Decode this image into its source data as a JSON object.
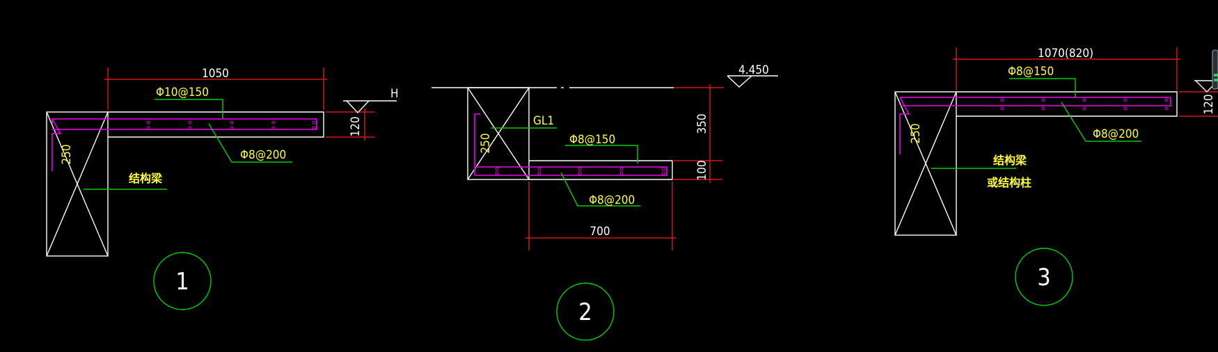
{
  "colors": {
    "background": "#000000",
    "outline": "#ffffff",
    "dimension": "#ff1a1a",
    "leader": "#00d000",
    "rebar": "#d200d2",
    "label": "#ffff33"
  },
  "detail1": {
    "number": "1",
    "width": "1050",
    "thickness": "120",
    "beam_depth": "250",
    "level": "H",
    "top_bar": "Φ10@150",
    "dist_bar": "Φ8@200",
    "beam_label": "结构梁"
  },
  "detail2": {
    "number": "2",
    "level": "4.450",
    "beam_name": "GL1",
    "top_bar": "Φ8@150",
    "bottom_bar": "Φ8@200",
    "height": "350",
    "thickness": "100",
    "width": "700",
    "beam_depth": "250"
  },
  "detail3": {
    "number": "3",
    "width": "1070(820)",
    "thickness": "120",
    "beam_depth": "250",
    "top_bar": "Φ8@150",
    "dist_bar": "Φ8@200",
    "label_line1": "结构梁",
    "label_line2": "或结构柱"
  }
}
